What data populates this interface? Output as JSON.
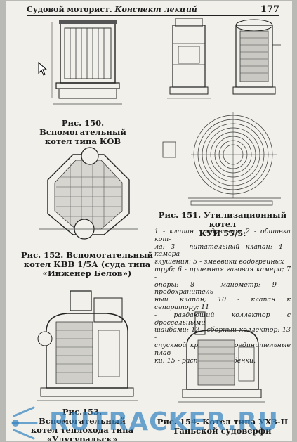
{
  "header": {
    "title_a": "Судовой моторист.",
    "title_b": "Конспект лекций",
    "page_number": "177"
  },
  "figures": {
    "fig150": {
      "caption_1": "Рис. 150. Вспомогательный",
      "caption_2": "котел типа КОВ"
    },
    "fig151": {
      "caption_1": "Рис. 151. Утилизационный котел",
      "caption_2": "КУП 55/5:"
    },
    "fig152": {
      "caption_1": "Рис. 152. Вспомогательный",
      "caption_2": "котел КВВ 1/5А (суда типа",
      "caption_3": "«Инженер Белов»)"
    },
    "fig153": {
      "caption_1": "Рис.153. Вспомогательный",
      "caption_2": "котел теплохода типа",
      "caption_3": "«Улугуральск»"
    },
    "fig154": {
      "caption_1": "Рис. 154. Котел типа УХЗ-II",
      "caption_2": "Ганьской судоверфи"
    }
  },
  "legend_lines": [
    "1 - клапан продувания; 2 - обшивка кот-",
    "ла; 3 - питательный клапан; 4 - камера",
    "глушения; 5 - змеевики водогрейных",
    "труб; 6 - приемная газовая камера; 7 -",
    "опоры; 8 - манометр; 9 - предохранитель-",
    "ный клапан; 10 - клапан к сепаратору; 11",
    "- раздающий коллектор с дроссельными",
    "шайбами; 12 - сборный коллектор; 13 -",
    "спускной кран; 14 - соединительные плав-",
    "ки; 15 - распорные гребенки."
  ],
  "watermark": "RUTRACKER.RU"
}
